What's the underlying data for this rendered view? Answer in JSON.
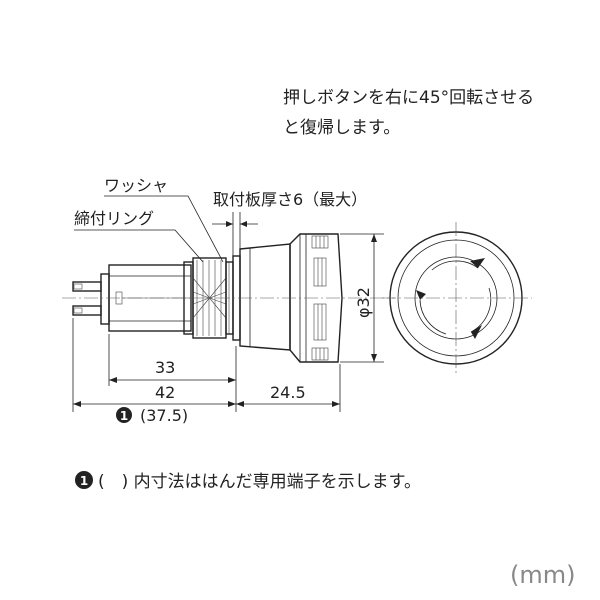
{
  "note_top": {
    "line1": "押しボタンを右に45°回転させる",
    "line2": "と復帰します。"
  },
  "labels": {
    "washer": "ワッシャ",
    "ring": "締付リング",
    "panel": "取付板厚さ6（最大）"
  },
  "dimensions": {
    "d33": "33",
    "d42": "42",
    "d24_5": "24.5",
    "d37_5": "(37.5)",
    "phi32": "φ32"
  },
  "marker": {
    "number": "1"
  },
  "footnote": {
    "text": "(　) 内寸法ははんだ専用端子を示します。"
  },
  "unit": "(mm)"
}
